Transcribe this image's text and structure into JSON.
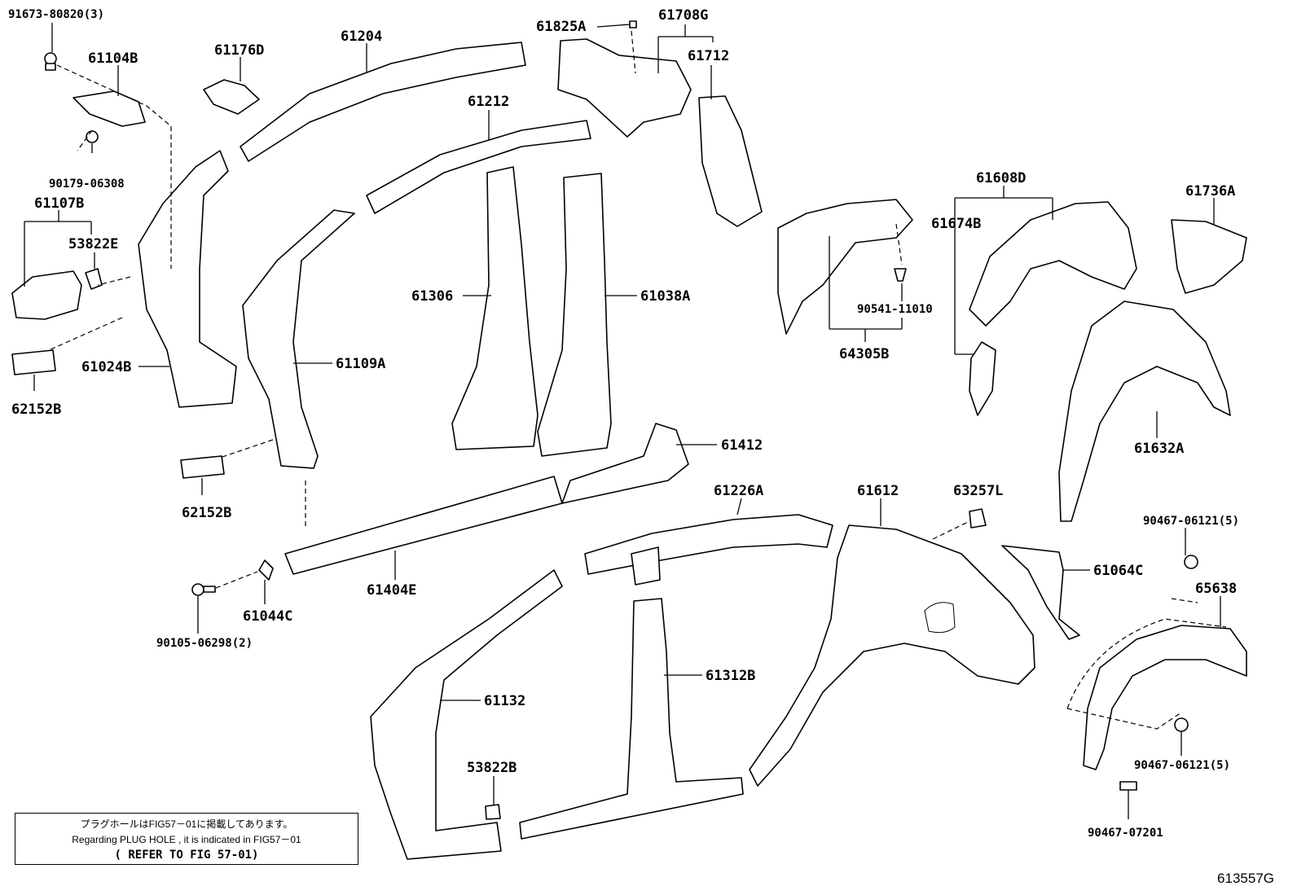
{
  "labels": {
    "p91673": "91673-80820(3)",
    "p61104B": "61104B",
    "p61176D": "61176D",
    "p61204": "61204",
    "p61825A": "61825A",
    "p61708G": "61708G",
    "p61712": "61712",
    "p90179": "90179-06308",
    "p61212": "61212",
    "p61107B": "61107B",
    "p53822E": "53822E",
    "p61608D": "61608D",
    "p61736A": "61736A",
    "p61674B": "61674B",
    "p61306": "61306",
    "p61038A": "61038A",
    "p90541": "90541-11010",
    "p61024B": "61024B",
    "p61109A": "61109A",
    "p64305B": "64305B",
    "p62152B_a": "62152B",
    "p61632A": "61632A",
    "p61412": "61412",
    "p62152B_b": "62152B",
    "p61226A": "61226A",
    "p61612": "61612",
    "p63257L": "63257L",
    "p90467_a": "90467-06121(5)",
    "p61064C": "61064C",
    "p61404E": "61404E",
    "p61044C": "61044C",
    "p65638": "65638",
    "p90105": "90105-06298(2)",
    "p61312B": "61312B",
    "p61132": "61132",
    "p53822B": "53822B",
    "p90467_b": "90467-06121(5)",
    "p90467_c": "90467-07201"
  },
  "note": {
    "line1": "プラグホールはFIG57－01に掲載してあります。",
    "line2": "Regarding PLUG HOLE , it is indicated in FIG57－01",
    "line3": "( REFER TO FIG 57-01)"
  },
  "figure_id": "613557G"
}
